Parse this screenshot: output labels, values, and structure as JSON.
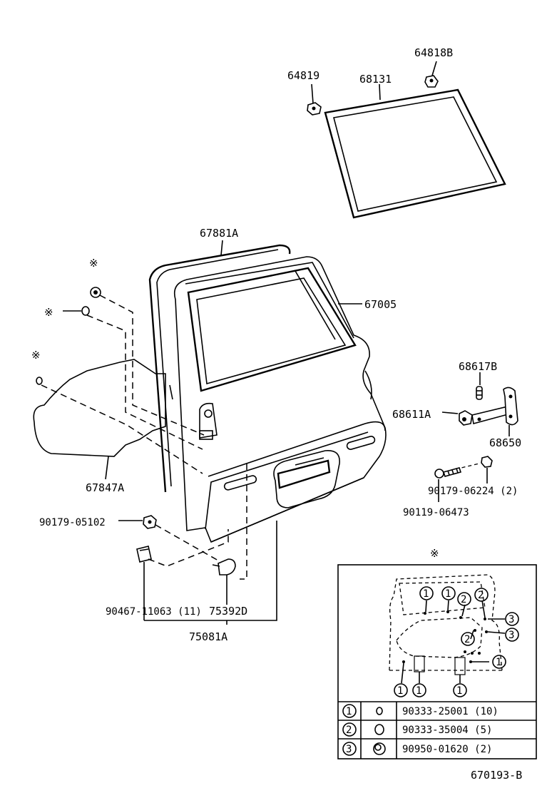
{
  "callouts": {
    "seal_clip_b": "64818B",
    "seal_clip": "64819",
    "glass_weatherstrip": "68131",
    "door_weatherstrip": "67881A",
    "back_door_panel": "67005",
    "stay_pin": "68617B",
    "stay_bracket": "68611A",
    "stay_assy": "68650",
    "inner_cover": "67847A",
    "bolt_stay": "90179-06224 (2)",
    "bolt_bracket": "90119-06473",
    "nut_trim": "90179-05102",
    "clip_trim": "90467-11063 (11)",
    "cushion": "75392D",
    "garnish": "75081A",
    "ref_mark_1": "※",
    "ref_mark_2": "※",
    "ref_mark_3": "※",
    "ref_mark_inset": "※"
  },
  "legend": {
    "rows": [
      {
        "num": "1",
        "part": "90333-25001 (10)"
      },
      {
        "num": "2",
        "part": "90333-35004 (5)"
      },
      {
        "num": "3",
        "part": "90950-01620 (2)"
      }
    ]
  },
  "inset_marks": {
    "m1a": "1",
    "m1b": "1",
    "m2a": "2",
    "m2b": "2",
    "m3a": "3",
    "m3b": "3",
    "m2c": "2",
    "m1c": "1",
    "m1d": "1",
    "m1e": "1",
    "m1f": "1"
  },
  "footer": {
    "figure_code": "670193-B"
  }
}
